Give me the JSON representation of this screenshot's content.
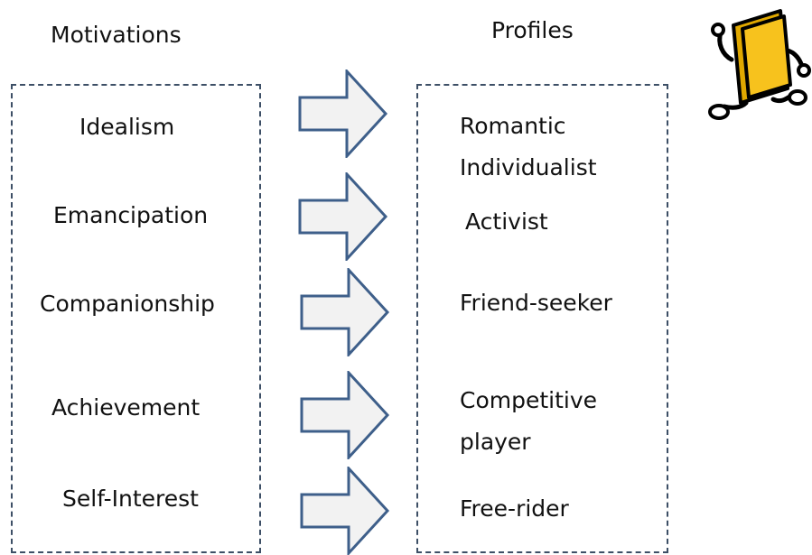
{
  "headings": {
    "motivations": "Motivations",
    "profiles": "Profiles"
  },
  "motivations": [
    "Idealism",
    "Emancipation",
    "Companionship",
    "Achievement",
    "Self-Interest"
  ],
  "profiles": [
    "Romantic",
    "Individualist",
    "Activist",
    "Friend-seeker",
    "Competitive",
    "player",
    "Free-rider"
  ],
  "colors": {
    "arrow_fill": "#f2f2f2",
    "arrow_stroke": "#3e5f8a",
    "box_border": "#3d4f66",
    "book_yellow": "#f7c21d"
  },
  "icons": {
    "mascot": "running-book-icon",
    "arrow": "right-arrow-icon"
  }
}
